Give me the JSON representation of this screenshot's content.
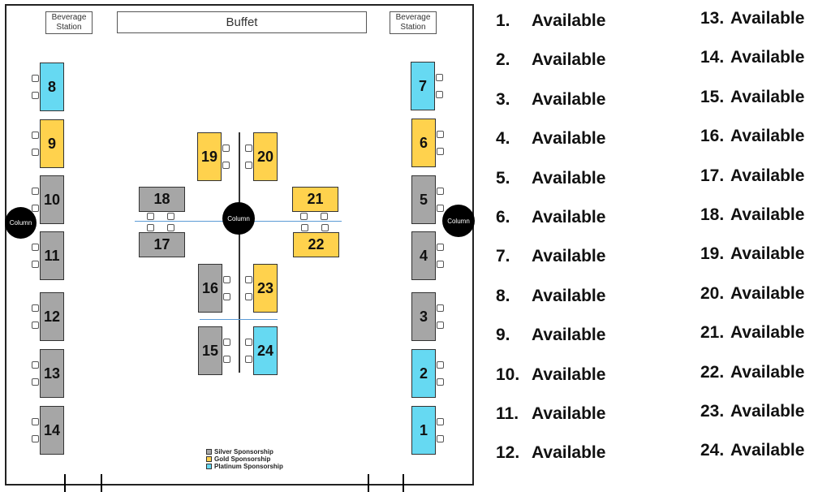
{
  "room": {
    "buffet_label": "Buffet",
    "beverage_left": "Beverage\nStation",
    "beverage_right": "Beverage\nStation",
    "column_label": "Column"
  },
  "tables": [
    {
      "num": "1",
      "tier": "plat"
    },
    {
      "num": "2",
      "tier": "plat"
    },
    {
      "num": "3",
      "tier": "silver"
    },
    {
      "num": "4",
      "tier": "silver"
    },
    {
      "num": "5",
      "tier": "silver"
    },
    {
      "num": "6",
      "tier": "gold"
    },
    {
      "num": "7",
      "tier": "plat"
    },
    {
      "num": "8",
      "tier": "plat"
    },
    {
      "num": "9",
      "tier": "gold"
    },
    {
      "num": "10",
      "tier": "silver"
    },
    {
      "num": "11",
      "tier": "silver"
    },
    {
      "num": "12",
      "tier": "silver"
    },
    {
      "num": "13",
      "tier": "silver"
    },
    {
      "num": "14",
      "tier": "silver"
    },
    {
      "num": "15",
      "tier": "silver"
    },
    {
      "num": "16",
      "tier": "silver"
    },
    {
      "num": "17",
      "tier": "silver"
    },
    {
      "num": "18",
      "tier": "silver"
    },
    {
      "num": "19",
      "tier": "gold"
    },
    {
      "num": "20",
      "tier": "gold"
    },
    {
      "num": "21",
      "tier": "gold"
    },
    {
      "num": "22",
      "tier": "gold"
    },
    {
      "num": "23",
      "tier": "gold"
    },
    {
      "num": "24",
      "tier": "plat"
    }
  ],
  "legend": {
    "silver": "Silver Sponsorship",
    "gold": "Gold Sponsorship",
    "platinum": "Platinum Sponsorship"
  },
  "colors": {
    "silver": "#a6a6a6",
    "gold": "#ffd24d",
    "platinum": "#66d9f2"
  },
  "availability": [
    {
      "num": "1.",
      "status": "Available"
    },
    {
      "num": "2.",
      "status": "Available"
    },
    {
      "num": "3.",
      "status": "Available"
    },
    {
      "num": "4.",
      "status": "Available"
    },
    {
      "num": "5.",
      "status": "Available"
    },
    {
      "num": "6.",
      "status": "Available"
    },
    {
      "num": "7.",
      "status": "Available"
    },
    {
      "num": "8.",
      "status": "Available"
    },
    {
      "num": "9.",
      "status": "Available"
    },
    {
      "num": "10.",
      "status": "Available"
    },
    {
      "num": "11.",
      "status": "Available"
    },
    {
      "num": "12.",
      "status": "Available"
    },
    {
      "num": "13.",
      "status": "Available"
    },
    {
      "num": "14.",
      "status": "Available"
    },
    {
      "num": "15.",
      "status": "Available"
    },
    {
      "num": "16.",
      "status": "Available"
    },
    {
      "num": "17.",
      "status": "Available"
    },
    {
      "num": "18.",
      "status": "Available"
    },
    {
      "num": "19.",
      "status": "Available"
    },
    {
      "num": "20.",
      "status": "Available"
    },
    {
      "num": "21.",
      "status": "Available"
    },
    {
      "num": "22.",
      "status": "Available"
    },
    {
      "num": "23.",
      "status": "Available"
    },
    {
      "num": "24.",
      "status": "Available"
    }
  ]
}
